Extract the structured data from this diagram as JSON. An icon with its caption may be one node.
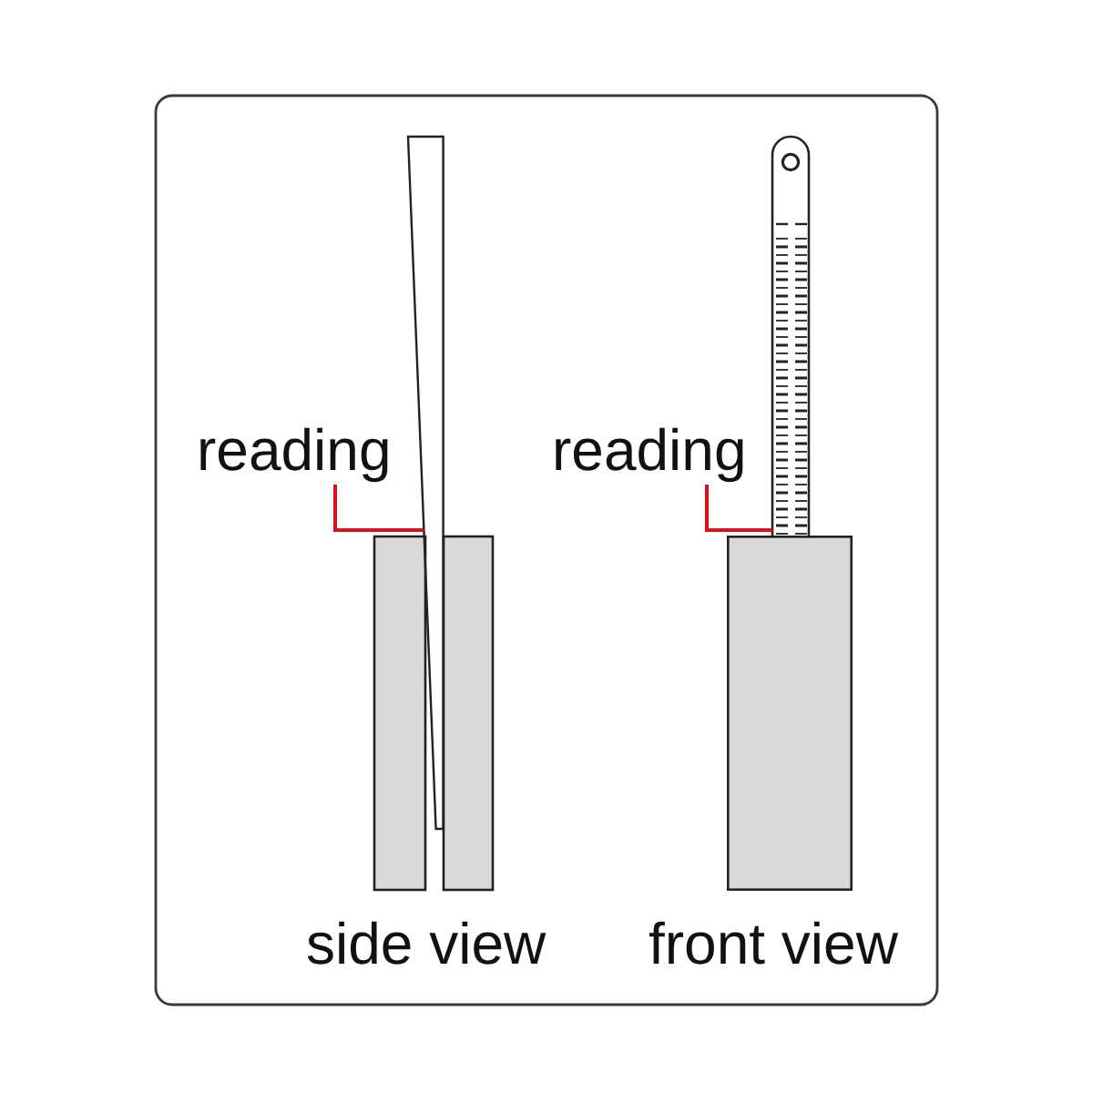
{
  "diagram": {
    "nodes": [
      {
        "text": [],
        "shape": "bar"
      },
      {
        "text": [],
        "shape": "bar"
      },
      {
        "text": [
          "reading"
        ]
      },
      {
        "text": [
          "reading"
        ]
      },
      {
        "text": [],
        "shape": "box"
      }
    ],
    "edges": [
      {
        "from": 2,
        "to": 0,
        "arrow": "none"
      },
      {
        "from": 3,
        "to": 1,
        "arrow": "none"
      }
    ],
    "labels": [
      "side view",
      "front view"
    ]
  }
}
